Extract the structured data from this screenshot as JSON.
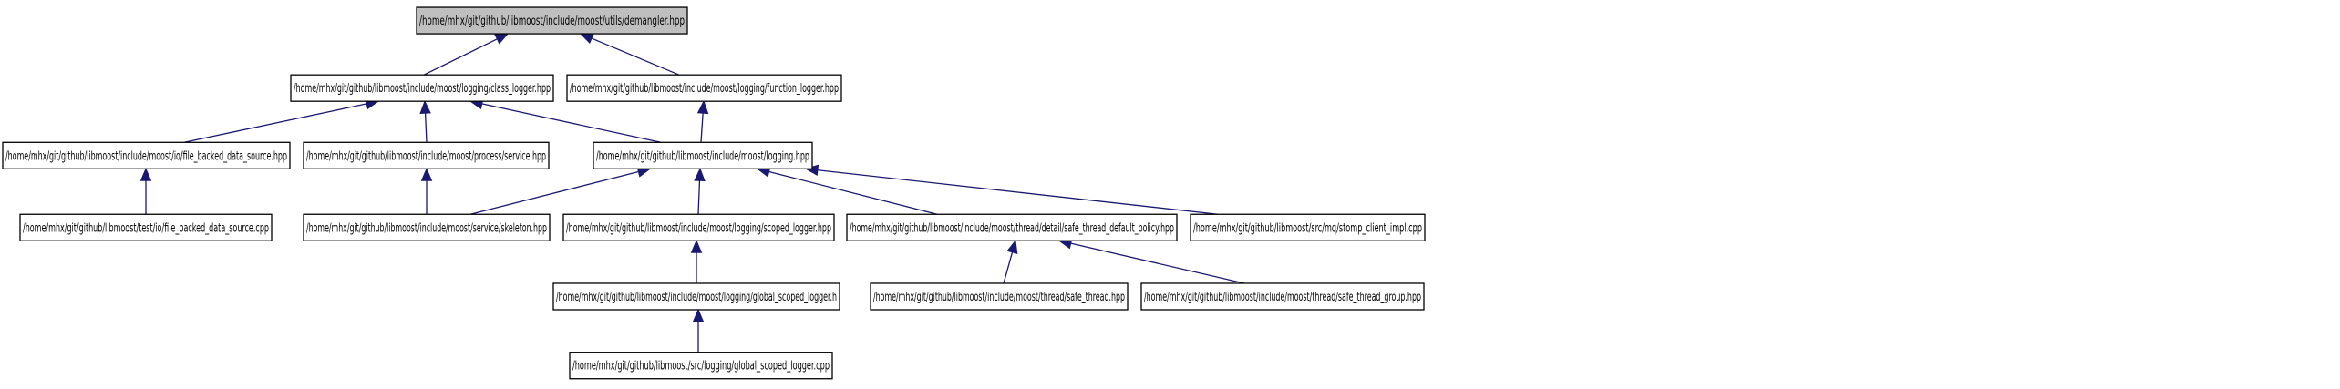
{
  "graph": {
    "nodes": [
      {
        "id": "demangler",
        "label": "/home/mhx/git/github/libmoost/include/moost/utils/demangler.hpp",
        "root": true
      },
      {
        "id": "class_logger",
        "label": "/home/mhx/git/github/libmoost/include/moost/logging/class_logger.hpp"
      },
      {
        "id": "function_logger",
        "label": "/home/mhx/git/github/libmoost/include/moost/logging/function_logger.hpp"
      },
      {
        "id": "file_backed_hpp",
        "label": "/home/mhx/git/github/libmoost/include/moost/io/file_backed_data_source.hpp"
      },
      {
        "id": "service",
        "label": "/home/mhx/git/github/libmoost/include/moost/process/service.hpp"
      },
      {
        "id": "logging",
        "label": "/home/mhx/git/github/libmoost/include/moost/logging.hpp"
      },
      {
        "id": "file_backed_cpp",
        "label": "/home/mhx/git/github/libmoost/test/io/file_backed_data_source.cpp"
      },
      {
        "id": "skeleton",
        "label": "/home/mhx/git/github/libmoost/include/moost/service/skeleton.hpp"
      },
      {
        "id": "scoped_logger",
        "label": "/home/mhx/git/github/libmoost/include/moost/logging/scoped_logger.hpp"
      },
      {
        "id": "safe_thread_policy",
        "label": "/home/mhx/git/github/libmoost/include/moost/thread/detail/safe_thread_default_policy.hpp"
      },
      {
        "id": "stomp",
        "label": "/home/mhx/git/github/libmoost/src/mq/stomp_client_impl.cpp"
      },
      {
        "id": "global_scoped_h",
        "label": "/home/mhx/git/github/libmoost/include/moost/logging/global_scoped_logger.h"
      },
      {
        "id": "safe_thread",
        "label": "/home/mhx/git/github/libmoost/include/moost/thread/safe_thread.hpp"
      },
      {
        "id": "safe_thread_group",
        "label": "/home/mhx/git/github/libmoost/include/moost/thread/safe_thread_group.hpp"
      },
      {
        "id": "global_scoped_cpp",
        "label": "/home/mhx/git/github/libmoost/src/logging/global_scoped_logger.cpp"
      }
    ],
    "edges": [
      {
        "from": "class_logger",
        "to": "demangler"
      },
      {
        "from": "function_logger",
        "to": "demangler"
      },
      {
        "from": "file_backed_hpp",
        "to": "class_logger"
      },
      {
        "from": "service",
        "to": "class_logger"
      },
      {
        "from": "logging",
        "to": "class_logger"
      },
      {
        "from": "logging",
        "to": "function_logger"
      },
      {
        "from": "file_backed_cpp",
        "to": "file_backed_hpp"
      },
      {
        "from": "skeleton",
        "to": "service"
      },
      {
        "from": "skeleton",
        "to": "logging"
      },
      {
        "from": "scoped_logger",
        "to": "logging"
      },
      {
        "from": "safe_thread_policy",
        "to": "logging"
      },
      {
        "from": "stomp",
        "to": "logging"
      },
      {
        "from": "global_scoped_h",
        "to": "scoped_logger"
      },
      {
        "from": "safe_thread",
        "to": "safe_thread_policy"
      },
      {
        "from": "safe_thread_group",
        "to": "safe_thread_policy"
      },
      {
        "from": "global_scoped_cpp",
        "to": "global_scoped_h"
      }
    ]
  }
}
